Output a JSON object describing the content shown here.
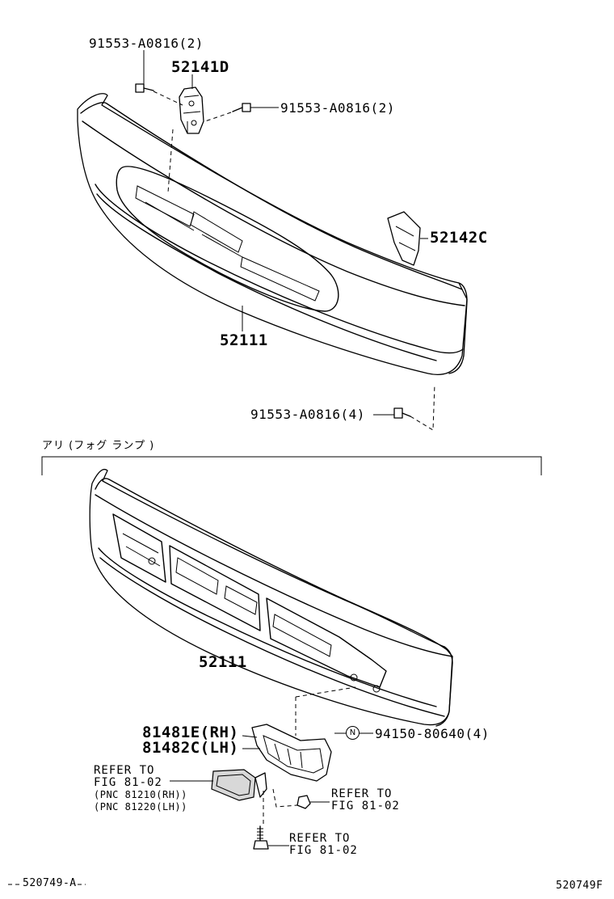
{
  "section_label": "アリ (フォグ ランプ )",
  "upper": {
    "bolt_top_left": "91553-A0816(2)",
    "bracket_center": "52141D",
    "bolt_top_right": "91553-A0816(2)",
    "bracket_right": "52142C",
    "bumper": "52111",
    "bolt_bottom": "91553-A0816(4)"
  },
  "lower": {
    "bumper": "52111",
    "cover_rh": "81481E(RH)",
    "cover_lh": "81482C(LH)",
    "nut_marker": "N",
    "nut": "94150-80640(4)",
    "fog_refer_line1": "REFER TO",
    "fog_refer_line2": "FIG 81-02",
    "fog_pnc_rh": "(PNC 81210(RH))",
    "fog_pnc_lh": "(PNC 81220(LH))",
    "clip_refer_line1": "REFER TO",
    "clip_refer_line2": "FIG 81-02",
    "screw_refer_line1": "REFER TO",
    "screw_refer_line2": "FIG 81-02"
  },
  "footer": {
    "left_code": "520749-A",
    "right_code": "520749F"
  }
}
